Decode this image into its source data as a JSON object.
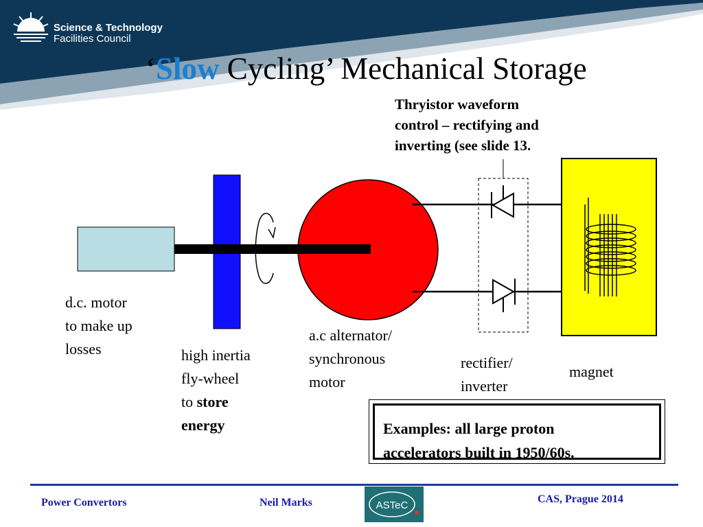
{
  "header": {
    "org_line1": "Science & Technology",
    "org_line2": "Facilities Council",
    "title_quote_open": "‘",
    "title_highlight": "Slow",
    "title_rest": " Cycling’ Mechanical Storage"
  },
  "annotation": {
    "line1": "Thryistor waveform",
    "line2": "control – rectifying and",
    "line3": "inverting (see slide 13."
  },
  "labels": {
    "dc_motor": [
      "d.c. motor",
      "to make up",
      "losses"
    ],
    "flywheel": [
      "high inertia",
      "fly-wheel"
    ],
    "flywheel_to": "to ",
    "flywheel_store": "store",
    "flywheel_energy": "energy",
    "alternator": [
      "a.c alternator/",
      "synchronous",
      "motor"
    ],
    "rectifier": [
      "rectifier/",
      "inverter"
    ],
    "magnet": "magnet"
  },
  "examples_box": {
    "line1": "Examples: all large proton",
    "line2": "accelerators built in 1950/60s."
  },
  "footer": {
    "left": "Power Convertors",
    "center": "Neil Marks",
    "logo_text": "ASTeC",
    "right": "CAS, Prague 2014"
  },
  "colors": {
    "banner": "#0e3757",
    "title_highlight": "#1a7fd0",
    "motor": "#b8dde3",
    "flywheel": "#1010ff",
    "alternator": "#ff0000",
    "magnet": "#ffff00",
    "footer_text": "#1a1aa8"
  }
}
